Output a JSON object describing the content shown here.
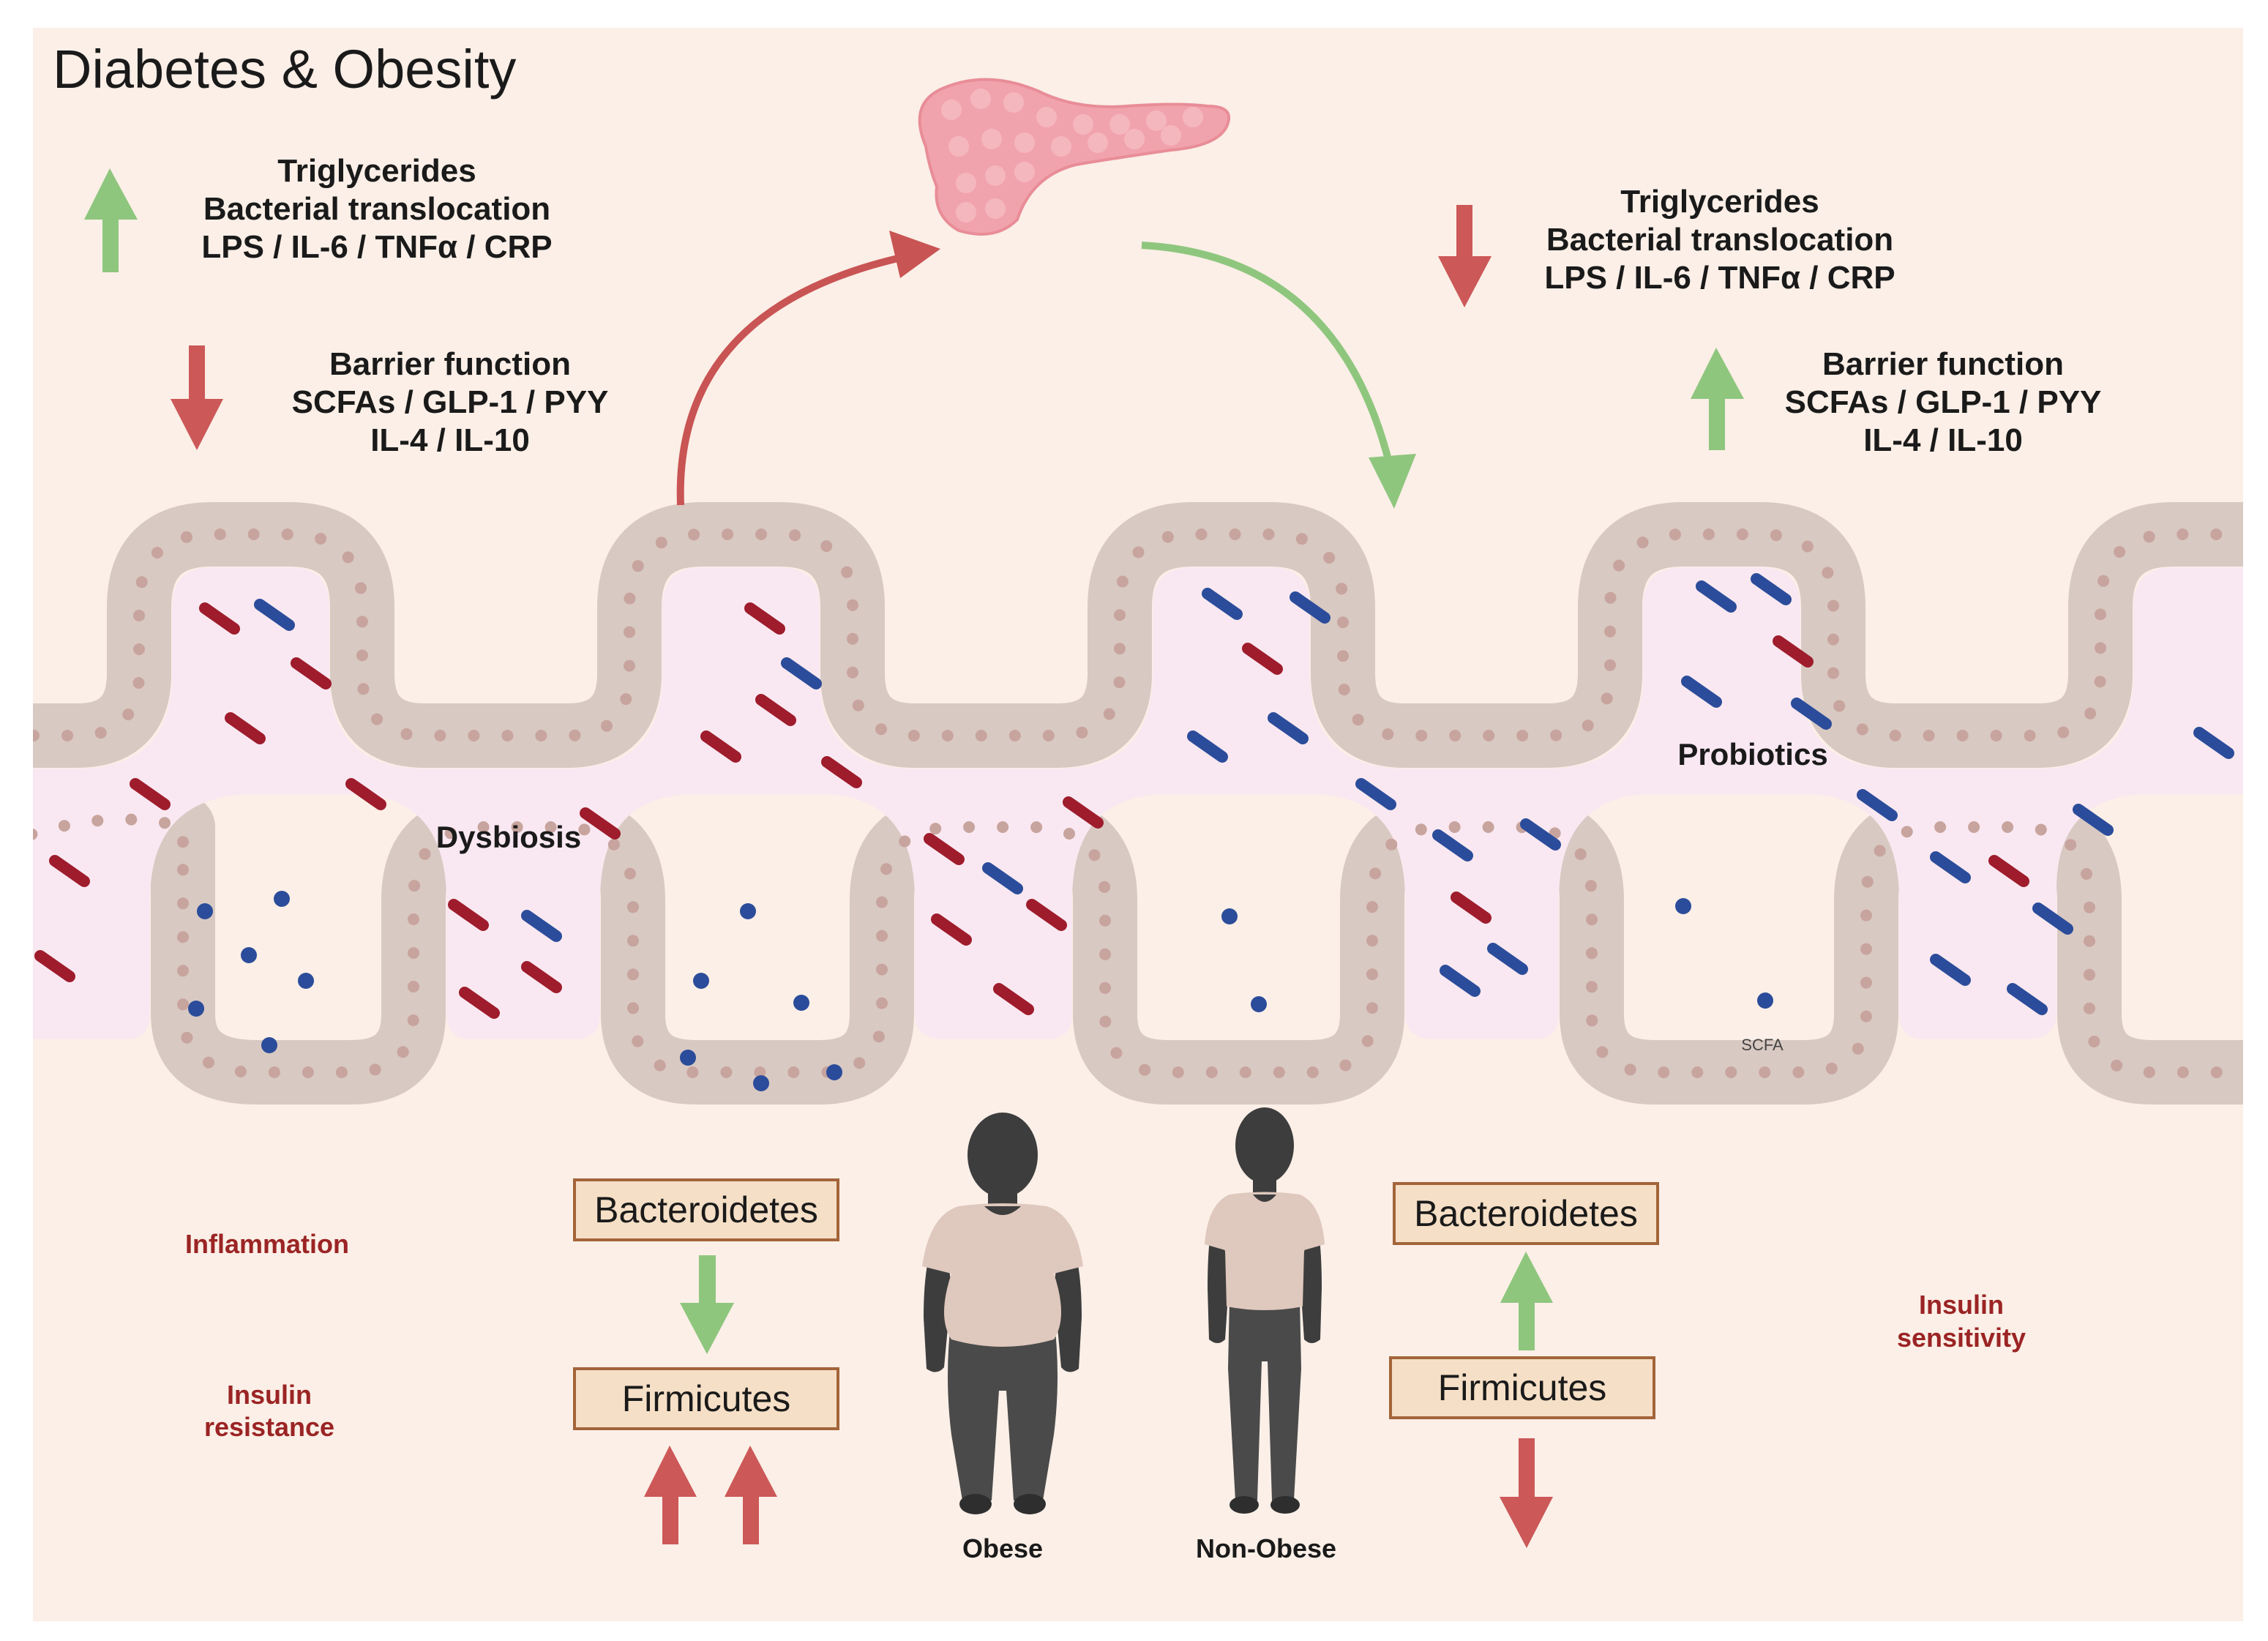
{
  "title": "Diabetes & Obesity",
  "colors": {
    "background": "#fbefe7",
    "tissue": "#d8c9c2",
    "lumen": "#f9e8f1",
    "cell_nucleus": "#c8a49e",
    "bad_bacteria": "#9e1c2c",
    "good_bacteria": "#2b4c9a",
    "scfa_dot": "#2b4c9a",
    "up_arrow_green": "#8fc67e",
    "down_arrow_red": "#cc5858",
    "curve_red": "#c95454",
    "curve_green": "#8fc67e",
    "box_fill": "#f5dfc6",
    "box_stroke": "#a3643a",
    "pancreas": "#f1a3ad",
    "silhouette": "#3d3d3d",
    "shirt": "#dfc8bd"
  },
  "icons": {
    "organ": "pancreas-icon",
    "people": [
      "obese-person-icon",
      "non-obese-person-icon"
    ]
  },
  "left": {
    "up_list": [
      "Triglycerides",
      "Bacterial translocation",
      "LPS / IL-6 / TNFα / CRP"
    ],
    "down_list": [
      "Barrier function",
      "SCFAs / GLP-1 / PYY",
      "IL-4 / IL-10"
    ],
    "gut_label": "Dysbiosis",
    "outcomes": {
      "inflammation": "Inflammation",
      "insulin_resistance": [
        "Insulin",
        "resistance"
      ]
    },
    "phyla": {
      "top": "Bacteroidetes",
      "bottom": "Firmicutes"
    }
  },
  "right": {
    "down_list": [
      "Triglycerides",
      "Bacterial translocation",
      "LPS / IL-6 / TNFα / CRP"
    ],
    "up_list": [
      "Barrier function",
      "SCFAs / GLP-1 / PYY",
      "IL-4 / IL-10"
    ],
    "gut_label": "Probiotics",
    "scfa_label": "SCFA",
    "outcomes": {
      "insulin_sensitivity": [
        "Insulin",
        "sensitivity"
      ]
    },
    "phyla": {
      "top": "Bacteroidetes",
      "bottom": "Firmicutes"
    }
  },
  "people": {
    "obese": "Obese",
    "non_obese": "Non-Obese"
  }
}
